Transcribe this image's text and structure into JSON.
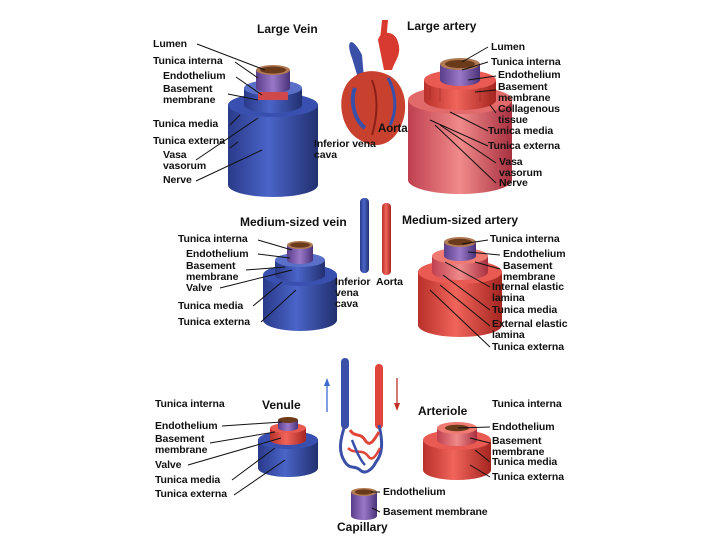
{
  "titles": {
    "large_vein": "Large Vein",
    "large_artery": "Large artery",
    "medium_vein": "Medium-sized vein",
    "medium_artery": "Medium-sized artery",
    "venule": "Venule",
    "arteriole": "Arteriole",
    "capillary": "Capillary"
  },
  "heart_labels": {
    "aorta": "Aorta",
    "inferior_vena_cava": "Inferior vena\ncava"
  },
  "middle_labels": {
    "inferior_vena_cava": "Inferior\nvena\ncava",
    "aorta": "Aorta"
  },
  "large_vein_labels": [
    "Lumen",
    "Tunica interna",
    "Endothelium",
    "Basement\nmembrane",
    "Tunica media",
    "Tunica externa",
    "Vasa\nvasorum",
    "Nerve"
  ],
  "large_artery_labels": [
    "Lumen",
    "Tunica interna",
    "Endothelium",
    "Basement\nmembrane",
    "Collagenous\ntissue",
    "Tunica media",
    "Tunica externa",
    "Vasa\nvasorum",
    "Nerve"
  ],
  "medium_vein_labels": [
    "Tunica interna",
    "Endothelium",
    "Basement\nmembrane",
    "Valve",
    "Tunica media",
    "Tunica externa"
  ],
  "medium_artery_labels": [
    "Tunica interna",
    "Endothelium",
    "Basement\nmembrane",
    "Internal elastic\nlamina",
    "Tunica media",
    "External elastic\nlamina",
    "Tunica externa"
  ],
  "venule_labels": [
    "Tunica interna",
    "Endothelium",
    "Basement\nmembrane",
    "Valve",
    "Tunica media",
    "Tunica externa"
  ],
  "arteriole_labels": [
    "Tunica interna",
    "Endothelium",
    "Basement\nmembrane",
    "Tunica media",
    "Tunica externa"
  ],
  "capillary_labels": [
    "Endothelium",
    "Basement membrane"
  ],
  "colors": {
    "vein": "#3a4fa8",
    "vein_dark": "#25337a",
    "artery": "#e0443a",
    "artery_dark": "#a52520",
    "lumen": "#7a4a2a",
    "basement": "#7a5ab0",
    "line": "#111111"
  }
}
